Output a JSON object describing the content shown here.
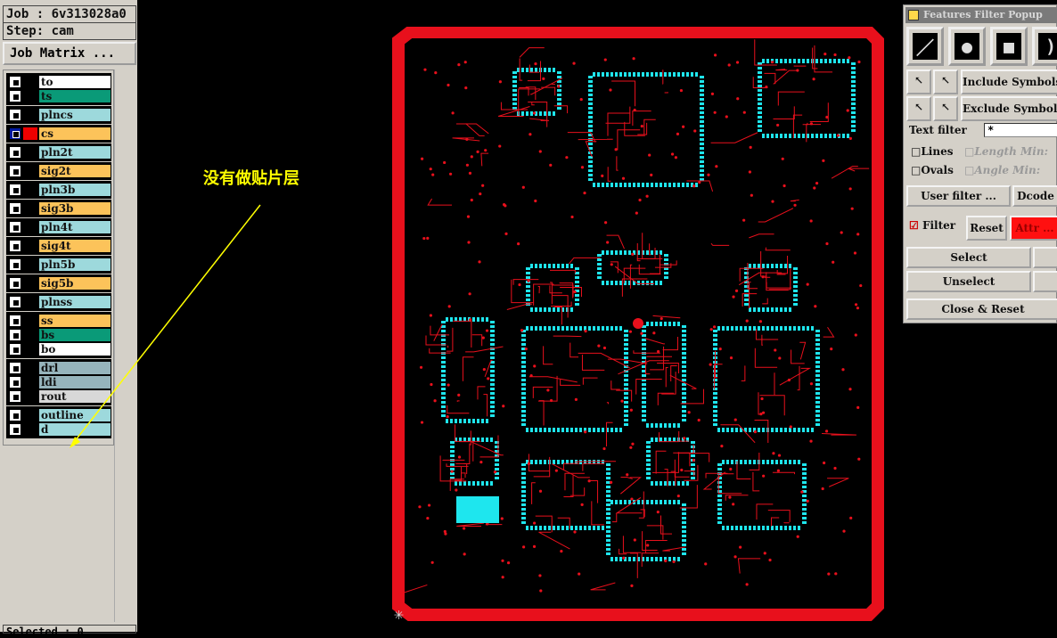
{
  "job_label": "Job : 6v313028a0",
  "step_label": "Step: cam",
  "job_matrix_button": "Job Matrix ...",
  "status": "Selected : 0",
  "annotation": "没有做贴片层",
  "layer_groups": [
    [
      {
        "name": "to",
        "color": "#ffffff"
      },
      {
        "name": "ts",
        "color": "#0a9a78"
      }
    ],
    [
      {
        "name": "plncs",
        "color": "#9dd9dc"
      }
    ],
    [
      {
        "name": "cs",
        "color": "#fcc35a",
        "active": true
      }
    ],
    [
      {
        "name": "pln2t",
        "color": "#9dd9dc"
      }
    ],
    [
      {
        "name": "sig2t",
        "color": "#fcc35a"
      }
    ],
    [
      {
        "name": "pln3b",
        "color": "#9dd9dc"
      }
    ],
    [
      {
        "name": "sig3b",
        "color": "#fcc35a"
      }
    ],
    [
      {
        "name": "pln4t",
        "color": "#9dd9dc"
      }
    ],
    [
      {
        "name": "sig4t",
        "color": "#fcc35a"
      }
    ],
    [
      {
        "name": "pln5b",
        "color": "#9dd9dc"
      }
    ],
    [
      {
        "name": "sig5b",
        "color": "#fcc35a"
      }
    ],
    [
      {
        "name": "plnss",
        "color": "#9dd9dc"
      }
    ],
    [
      {
        "name": "ss",
        "color": "#fcc35a"
      },
      {
        "name": "bs",
        "color": "#0a9a78"
      },
      {
        "name": "bo",
        "color": "#ffffff"
      }
    ],
    [
      {
        "name": "drl",
        "color": "#96b4bc"
      },
      {
        "name": "ldi",
        "color": "#96b4bc"
      },
      {
        "name": "rout",
        "color": "#d8d8d8"
      }
    ],
    [
      {
        "name": "outline",
        "color": "#9dd9dc"
      },
      {
        "name": "d",
        "color": "#9dd9dc"
      }
    ]
  ],
  "popup": {
    "title": "Features Filter Popup",
    "include_symbols": "Include Symbols",
    "exclude_symbols": "Exclude Symbols",
    "text_filter_label": "Text filter",
    "text_filter_value": "*",
    "lines": "Lines",
    "ovals": "Ovals",
    "length": "Length",
    "angle": "Angle",
    "min": "Min:",
    "user_filter": "User filter ...",
    "dcode": "Dcode",
    "filter": "Filter",
    "reset": "Reset",
    "attr": "Attr ...",
    "select": "Select",
    "unselect": "Unselect",
    "close_reset": "Close & Reset"
  },
  "colors": {
    "board": "#e8101c",
    "pads": "#1ee6ee",
    "attr": "#ff1010"
  }
}
